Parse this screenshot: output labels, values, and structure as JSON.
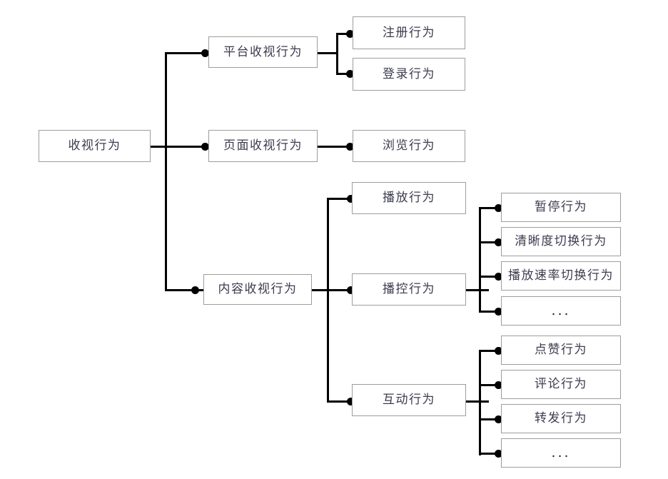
{
  "diagram": {
    "type": "tree",
    "orientation": "left-to-right",
    "root": {
      "label": "收视行为",
      "children": [
        {
          "label": "平台收视行为",
          "children": [
            {
              "label": "注册行为"
            },
            {
              "label": "登录行为"
            }
          ]
        },
        {
          "label": "页面收视行为",
          "children": [
            {
              "label": "浏览行为"
            }
          ]
        },
        {
          "label": "内容收视行为",
          "children": [
            {
              "label": "播放行为"
            },
            {
              "label": "播控行为",
              "children": [
                {
                  "label": "暂停行为"
                },
                {
                  "label": "清晰度切换行为"
                },
                {
                  "label": "播放速率切换行为"
                },
                {
                  "label": "..."
                }
              ]
            },
            {
              "label": "互动行为",
              "children": [
                {
                  "label": "点赞行为"
                },
                {
                  "label": "评论行为"
                },
                {
                  "label": "转发行为"
                },
                {
                  "label": "..."
                }
              ]
            }
          ]
        }
      ]
    }
  },
  "nodes": {
    "root": "收视行为",
    "platform": "平台收视行为",
    "register": "注册行为",
    "login": "登录行为",
    "page": "页面收视行为",
    "browse": "浏览行为",
    "content": "内容收视行为",
    "play": "播放行为",
    "playctl": "播控行为",
    "pause": "暂停行为",
    "quality": "清晰度切换行为",
    "speed": "播放速率切换行为",
    "playctl_more": "...",
    "interact": "互动行为",
    "like": "点赞行为",
    "comment": "评论行为",
    "share": "转发行为",
    "interact_more": "..."
  },
  "colors": {
    "box_border": "#9d9d9d",
    "text": "#3c3c50",
    "edge": "#000000",
    "background": "#ffffff"
  }
}
